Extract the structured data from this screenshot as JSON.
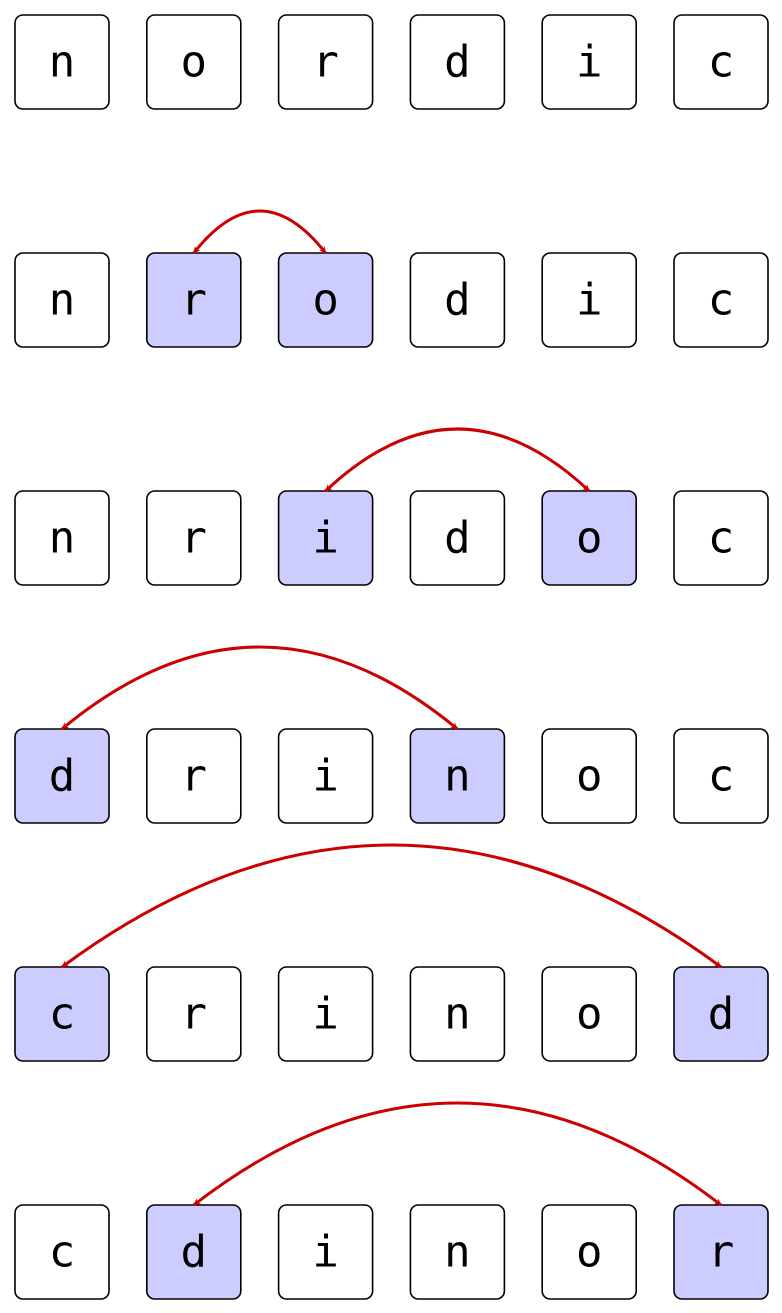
{
  "colors": {
    "box_fill": "#ffffff",
    "highlight_fill": "#ccccff",
    "arrow": "#cc0000",
    "border": "#000000"
  },
  "rows": [
    {
      "letters": [
        "n",
        "o",
        "r",
        "d",
        "i",
        "c"
      ],
      "highlight": []
    },
    {
      "letters": [
        "n",
        "r",
        "o",
        "d",
        "i",
        "c"
      ],
      "highlight": [
        1,
        2
      ]
    },
    {
      "letters": [
        "n",
        "r",
        "i",
        "d",
        "o",
        "c"
      ],
      "highlight": [
        2,
        4
      ]
    },
    {
      "letters": [
        "d",
        "r",
        "i",
        "n",
        "o",
        "c"
      ],
      "highlight": [
        0,
        3
      ]
    },
    {
      "letters": [
        "c",
        "r",
        "i",
        "n",
        "o",
        "d"
      ],
      "highlight": [
        0,
        5
      ]
    },
    {
      "letters": [
        "c",
        "d",
        "i",
        "n",
        "o",
        "r"
      ],
      "highlight": [
        1,
        5
      ]
    }
  ]
}
